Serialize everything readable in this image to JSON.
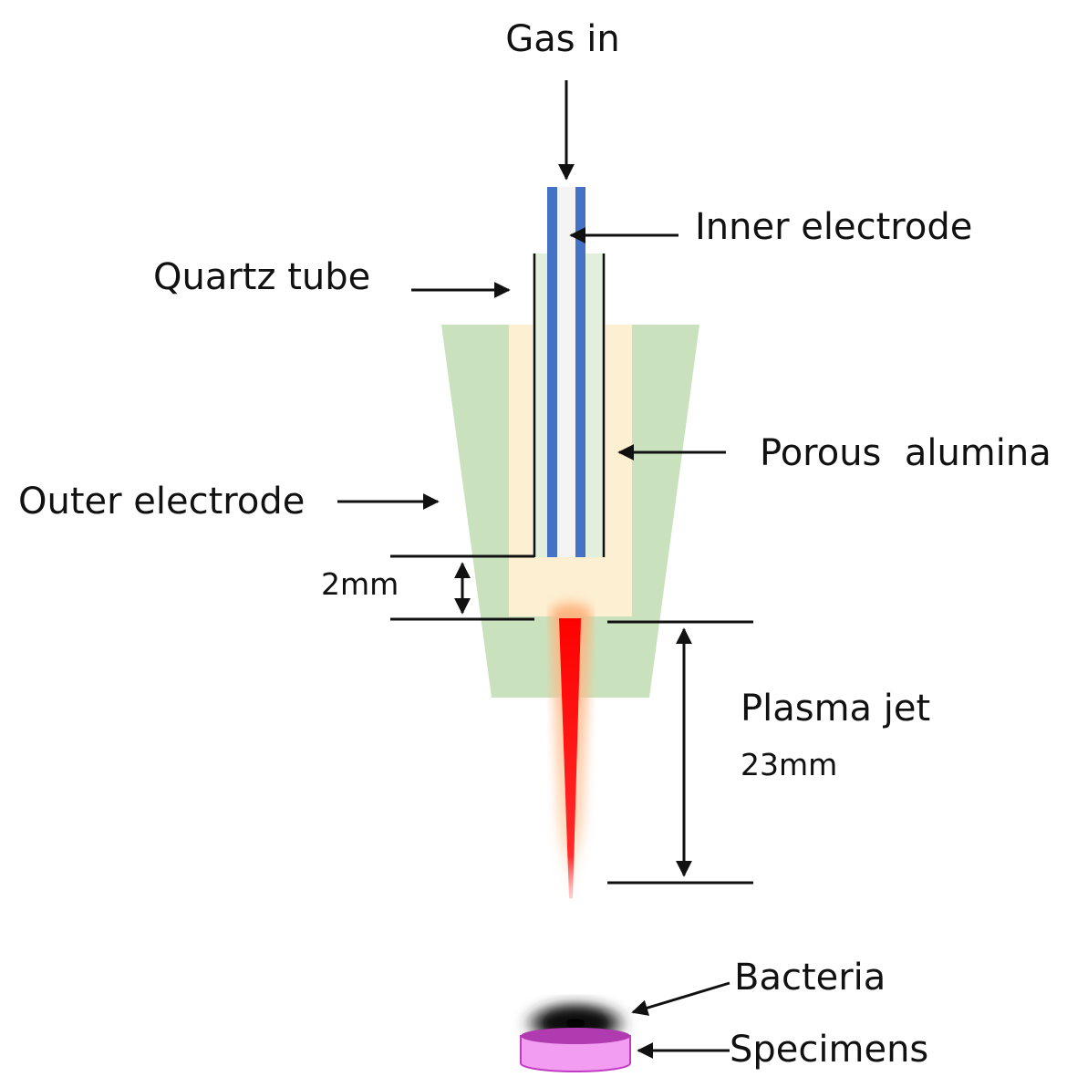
{
  "labels": {
    "gas_in": "Gas in",
    "inner_electrode": "Inner electrode",
    "quartz_tube": "Quartz tube",
    "porous_alumina": "Porous  alumina",
    "outer_electrode": "Outer electrode",
    "gap": "2mm",
    "plasma_jet": "Plasma jet",
    "jet_length": "23mm",
    "bacteria": "Bacteria",
    "specimens": "Specimens"
  },
  "colors": {
    "outer_electrode": "#c9e2bd",
    "porous_alumina": "#fdefd2",
    "quartz_tube": "#e2efdc",
    "inner_electrode": "#4472c4",
    "plasma_core": "#ff1a1a",
    "plasma_glow": "#ffb07a",
    "bacteria": "#111111",
    "specimen": "#f29cf2",
    "specimen_edge": "#c03cc0"
  }
}
